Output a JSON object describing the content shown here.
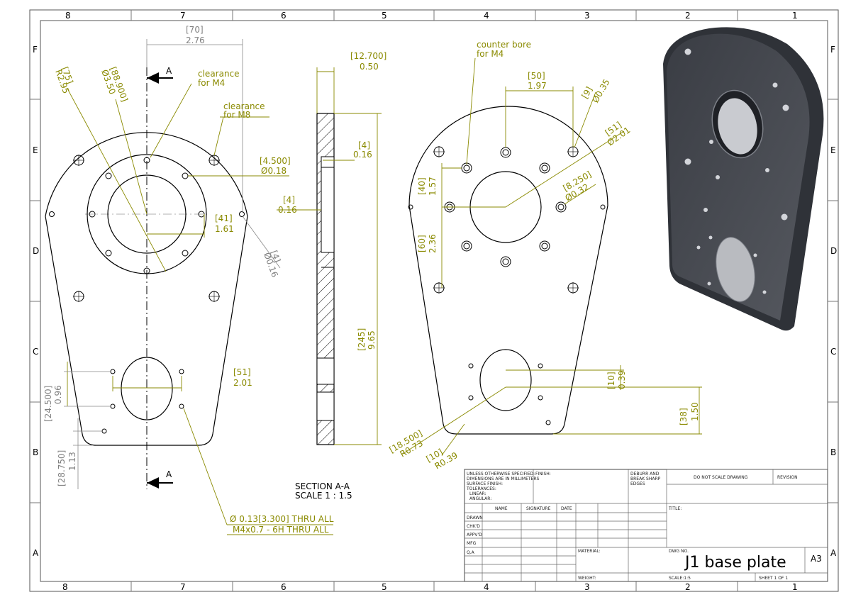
{
  "zones": {
    "columns": [
      "8",
      "7",
      "6",
      "5",
      "4",
      "3",
      "2",
      "1"
    ],
    "rows": [
      "F",
      "E",
      "D",
      "C",
      "B",
      "A"
    ]
  },
  "front_view": {
    "section_marker": "A",
    "dims": {
      "width_top_mm": "[70]",
      "width_top_in": "2.76",
      "r_mm": "[75]",
      "r_in": "R2.95",
      "pcd_mm": "[88.900]",
      "pcd_in": "Ø3.50",
      "clearance_m4": "clearance\nfor M4",
      "clearance_m8": "clearance\nfor M8",
      "hole_mm": "[4.500]",
      "hole_in": "Ø0.18",
      "offset_mm": "[41]",
      "offset_in": "1.61",
      "small_hole_mm": "[4]",
      "small_hole_in": "Ø0.16",
      "slot_mm": "[51]",
      "slot_in": "2.01",
      "left_mm": "[24.500]",
      "left_in": "0.96",
      "bottom_mm": "[28.750]",
      "bottom_in": "1.13",
      "thread_line1": "Ø 0.13[3.300] THRU ALL",
      "thread_line2": "M4x0.7 - 6H THRU ALL"
    }
  },
  "section_view": {
    "thick_mm": "[12.700]",
    "thick_in": "0.50",
    "cb_mm": "[4]",
    "cb_in": "0.16",
    "cb2_mm": "[4]",
    "cb2_in": "0.16",
    "height_mm": "[245]",
    "height_in": "9.65",
    "title_line1": "SECTION A-A",
    "title_line2": "SCALE 1 : 1.5"
  },
  "back_view": {
    "counter_bore": "counter bore\nfor M4",
    "w_mm": "[50]",
    "w_in": "1.97",
    "d9_mm": "[9]",
    "d9_in": "Ø0.35",
    "d51_mm": "[51]",
    "d51_in": "Ø2.01",
    "d8_mm": "[8.250]",
    "d8_in": "Ø0.32",
    "v40_mm": "[40]",
    "v40_in": "1.57",
    "v60_mm": "[60]",
    "v60_in": "2.36",
    "v10_mm": "[10]",
    "v10_in": "0.39",
    "v38_mm": "[38]",
    "v38_in": "1.50",
    "r18_mm": "[18.500]",
    "r18_in": "R0.73",
    "r10_mm": "[10]",
    "r10_in": "R0.39"
  },
  "title_block": {
    "notes": [
      "UNLESS OTHERWISE SPECIFIED:",
      "DIMENSIONS ARE IN MILLIMETERS",
      "SURFACE FINISH:",
      "TOLERANCES:",
      "  LINEAR:",
      "  ANGULAR:"
    ],
    "finish": "FINISH:",
    "deburr": [
      "DEBURR AND",
      "BREAK SHARP",
      "EDGES"
    ],
    "do_not_scale": "DO NOT SCALE DRAWING",
    "revision": "REVISION",
    "col_name": "NAME",
    "col_signature": "SIGNATURE",
    "col_date": "DATE",
    "title_label": "TITLE:",
    "rows": [
      "DRAWN",
      "CHK'D",
      "APPV'D",
      "MFG",
      "Q.A"
    ],
    "material": "MATERIAL:",
    "weight": "WEIGHT:",
    "dwg_no": "DWG NO.",
    "drawing_title": "J1 base plate",
    "size": "A3",
    "scale": "SCALE:1:5",
    "sheet": "SHEET 1 OF 1"
  }
}
